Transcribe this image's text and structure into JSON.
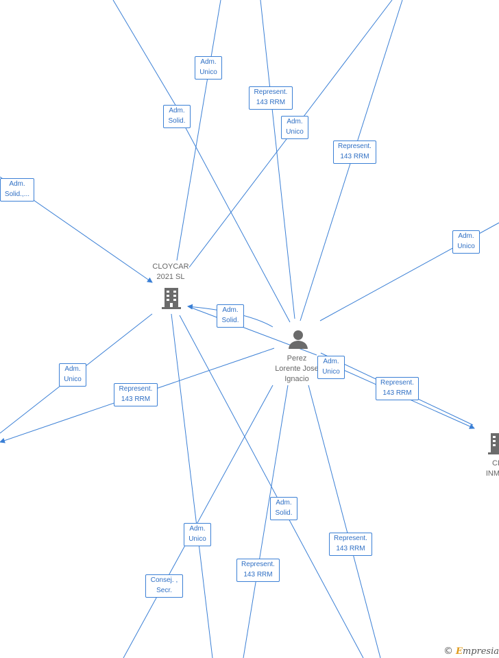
{
  "nodes": {
    "cloycar": {
      "label": "CLOYCAR\n2021  SL",
      "icon": "building-icon"
    },
    "perez": {
      "label": "Perez\nLorente Jose\nIgnacio",
      "icon": "person-icon"
    },
    "cloycar_inmob": {
      "label": "CLOY\nINMOBI\nS",
      "icon": "building-icon"
    }
  },
  "edge_labels": [
    "Adm.\nUnico",
    "Adm.\nSolid.",
    "Represent.\n143 RRM",
    "Adm.\nUnico",
    "Represent.\n143 RRM",
    "Adm.\nSolid.,...",
    "Adm.\nUnico",
    "Adm.\nSolid.",
    "Adm.\nUnico",
    "Represent.\n143 RRM",
    "Adm.\nUnico",
    "Represent.\n143 RRM",
    "Adm.\nSolid.",
    "Adm.\nUnico",
    "Represent.\n143 RRM",
    "Consej. ,\nSecr.",
    "Represent.\n143 RRM"
  ],
  "watermark": {
    "copyright": "©",
    "brand_initial": "E",
    "brand_rest": "mpresia"
  },
  "colors": {
    "edge": "#3a7fd5",
    "label_text": "#2f6fc4",
    "node_text": "#666666",
    "icon": "#6b6b6b"
  }
}
